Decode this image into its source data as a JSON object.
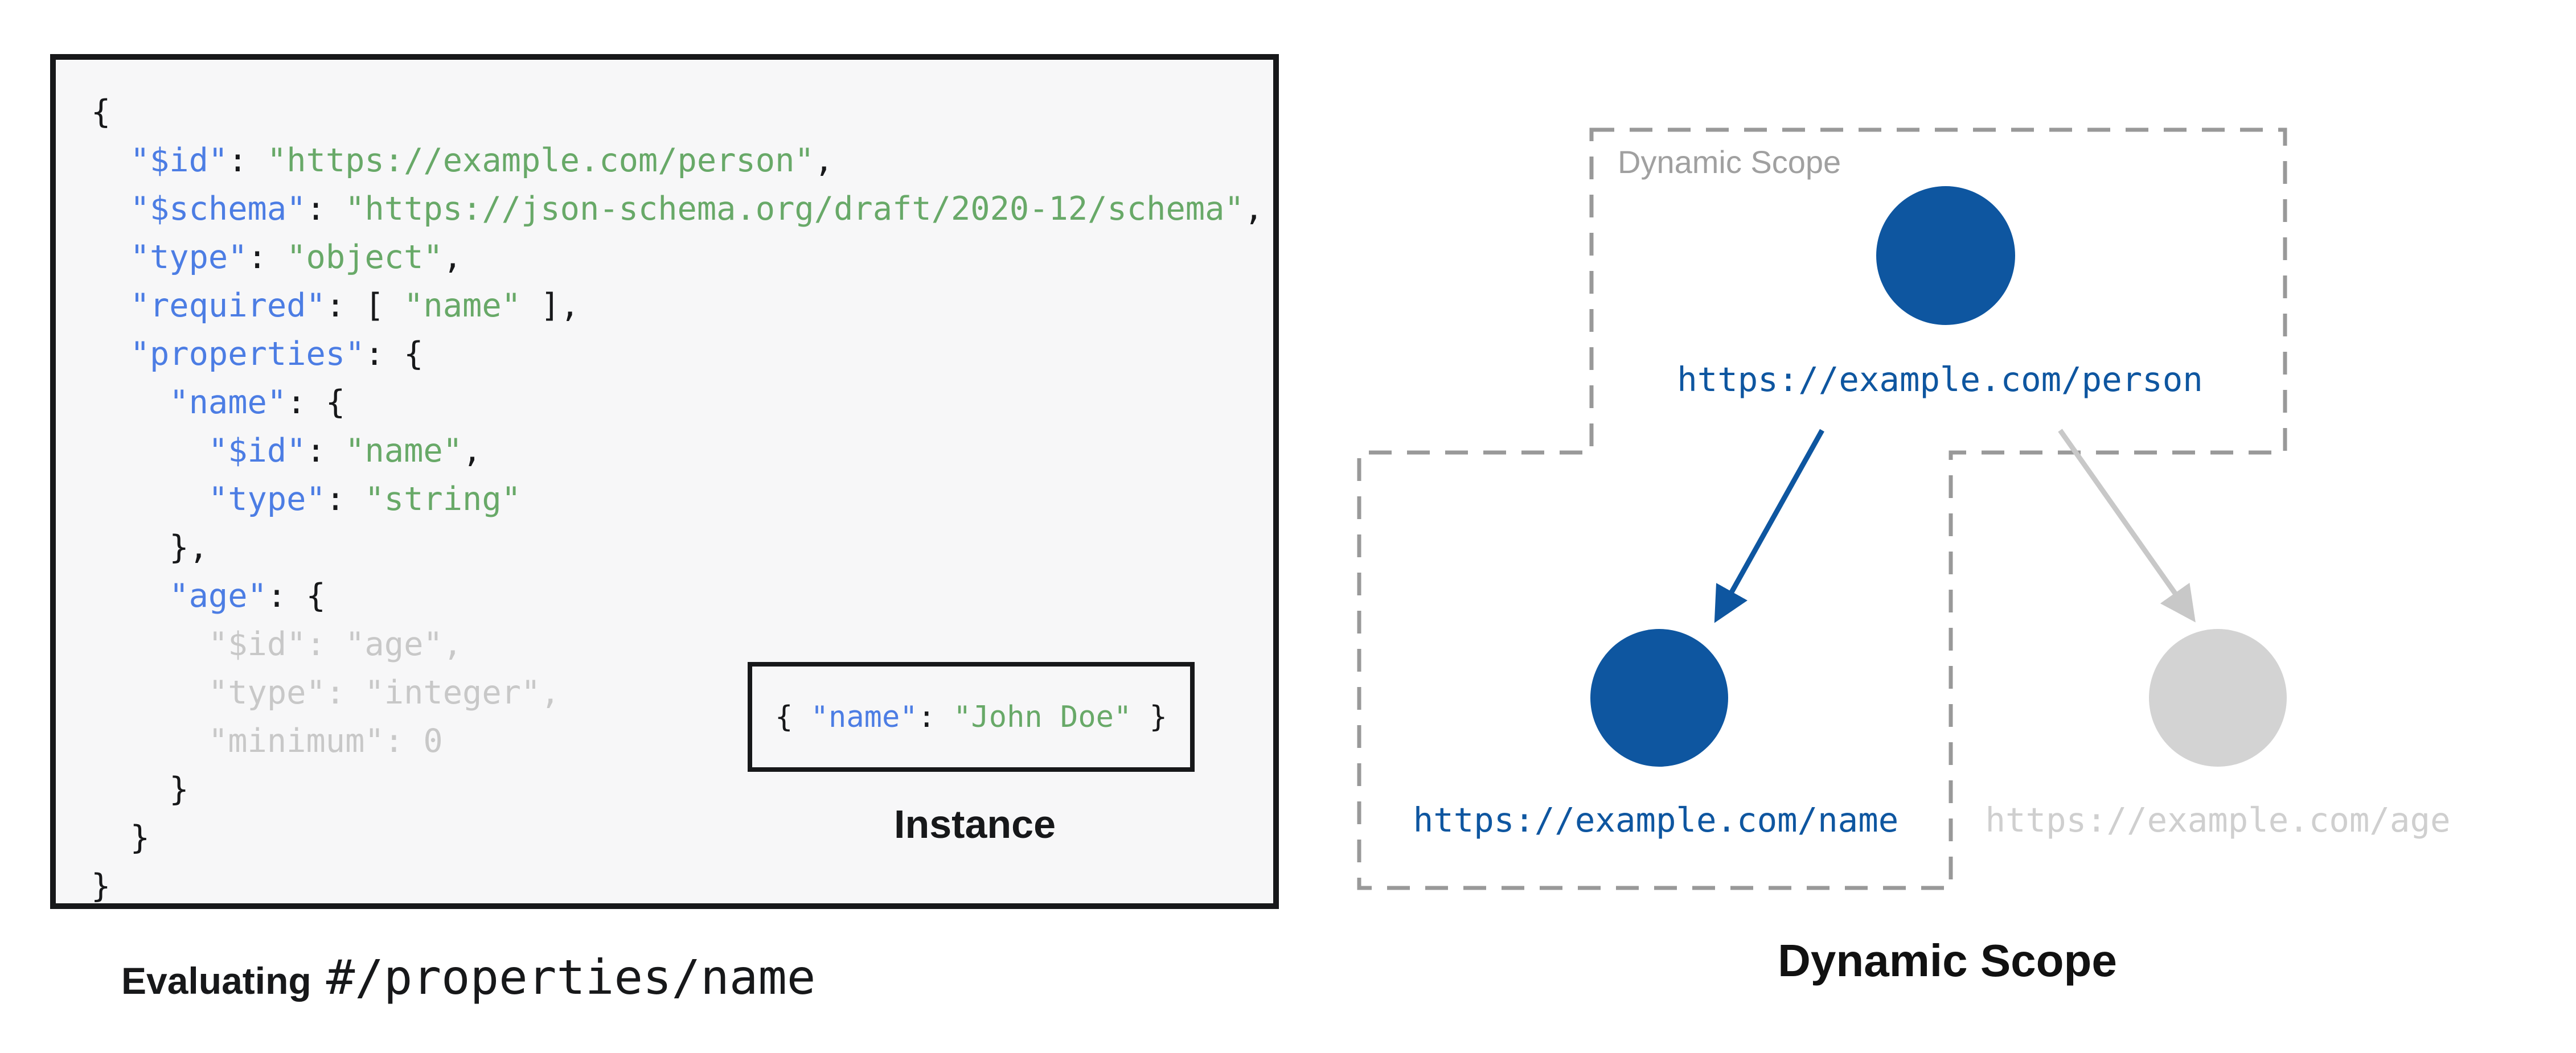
{
  "colors": {
    "node_blue": "#0e56a0",
    "node_gray": "#d3d3d3",
    "arrow_gray": "#c8c8c8",
    "dash_border": "#999999",
    "scope_label_gray": "#a0a0a0",
    "code_key_blue": "#4c7de4",
    "code_string_green": "#68a968",
    "code_faded_gray": "#c8c8c8",
    "code_punct": "#17181a",
    "panel_bg": "#f7f7f8"
  },
  "schema_panel": {
    "code_lines": [
      {
        "segs": [
          {
            "c": "p",
            "t": "{"
          }
        ]
      },
      {
        "segs": [
          {
            "c": "p",
            "t": "  "
          },
          {
            "c": "k",
            "t": "\"$id\""
          },
          {
            "c": "p",
            "t": ": "
          },
          {
            "c": "s",
            "t": "\"https://example.com/person\""
          },
          {
            "c": "p",
            "t": ","
          }
        ]
      },
      {
        "segs": [
          {
            "c": "p",
            "t": "  "
          },
          {
            "c": "k",
            "t": "\"$schema\""
          },
          {
            "c": "p",
            "t": ": "
          },
          {
            "c": "s",
            "t": "\"https://json-schema.org/draft/2020-12/schema\""
          },
          {
            "c": "p",
            "t": ","
          }
        ]
      },
      {
        "segs": [
          {
            "c": "p",
            "t": "  "
          },
          {
            "c": "k",
            "t": "\"type\""
          },
          {
            "c": "p",
            "t": ": "
          },
          {
            "c": "s",
            "t": "\"object\""
          },
          {
            "c": "p",
            "t": ","
          }
        ]
      },
      {
        "segs": [
          {
            "c": "p",
            "t": "  "
          },
          {
            "c": "k",
            "t": "\"required\""
          },
          {
            "c": "p",
            "t": ": [ "
          },
          {
            "c": "s",
            "t": "\"name\""
          },
          {
            "c": "p",
            "t": " ],"
          }
        ]
      },
      {
        "segs": [
          {
            "c": "p",
            "t": "  "
          },
          {
            "c": "k",
            "t": "\"properties\""
          },
          {
            "c": "p",
            "t": ": {"
          }
        ]
      },
      {
        "segs": [
          {
            "c": "p",
            "t": "    "
          },
          {
            "c": "k",
            "t": "\"name\""
          },
          {
            "c": "p",
            "t": ": {"
          }
        ]
      },
      {
        "segs": [
          {
            "c": "p",
            "t": "      "
          },
          {
            "c": "k",
            "t": "\"$id\""
          },
          {
            "c": "p",
            "t": ": "
          },
          {
            "c": "s",
            "t": "\"name\""
          },
          {
            "c": "p",
            "t": ","
          }
        ]
      },
      {
        "segs": [
          {
            "c": "p",
            "t": "      "
          },
          {
            "c": "k",
            "t": "\"type\""
          },
          {
            "c": "p",
            "t": ": "
          },
          {
            "c": "s",
            "t": "\"string\""
          }
        ]
      },
      {
        "segs": [
          {
            "c": "p",
            "t": "    },"
          }
        ]
      },
      {
        "segs": [
          {
            "c": "p",
            "t": "    "
          },
          {
            "c": "k",
            "t": "\"age\""
          },
          {
            "c": "p",
            "t": ": {"
          }
        ]
      },
      {
        "segs": [
          {
            "c": "f",
            "t": "      \"$id\": \"age\","
          }
        ]
      },
      {
        "segs": [
          {
            "c": "f",
            "t": "      \"type\": \"integer\","
          }
        ]
      },
      {
        "segs": [
          {
            "c": "f",
            "t": "      \"minimum\": 0"
          }
        ]
      },
      {
        "segs": [
          {
            "c": "p",
            "t": "    }"
          }
        ]
      },
      {
        "segs": [
          {
            "c": "p",
            "t": "  }"
          }
        ]
      },
      {
        "segs": [
          {
            "c": "p",
            "t": "}"
          }
        ]
      }
    ],
    "instance": {
      "segs": [
        {
          "c": "p",
          "t": "{ "
        },
        {
          "c": "k",
          "t": "\"name\""
        },
        {
          "c": "p",
          "t": ": "
        },
        {
          "c": "s",
          "t": "\"John Doe\""
        },
        {
          "c": "p",
          "t": " }"
        }
      ],
      "label": "Instance"
    },
    "caption_bold": "Evaluating",
    "caption_mono": "#/properties/name"
  },
  "scope_panel": {
    "scope_label": "Dynamic Scope",
    "person_url": "https://example.com/person",
    "name_url": "https://example.com/name",
    "age_url": "https://example.com/age",
    "title": "Dynamic Scope"
  }
}
